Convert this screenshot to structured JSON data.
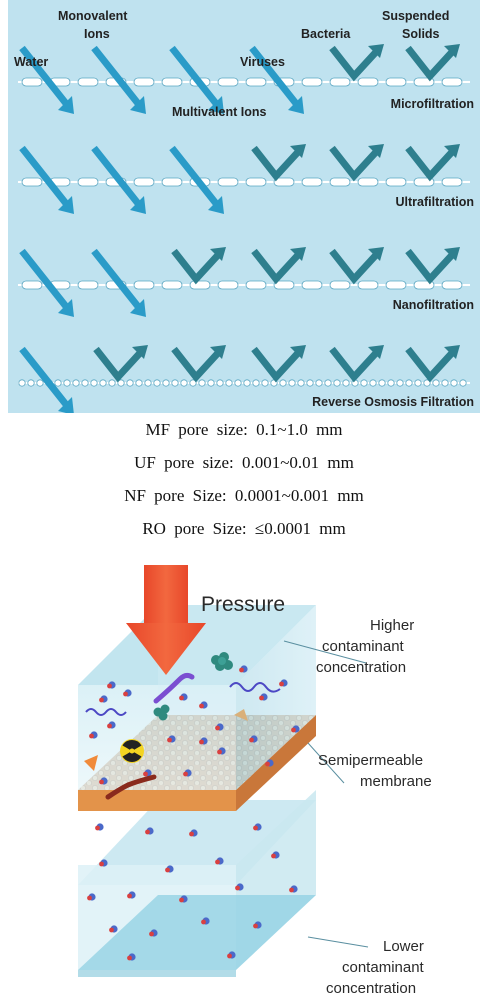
{
  "filtration_chart": {
    "top_labels": {
      "monovalent_ions": [
        "Monovalent",
        "Ions"
      ],
      "water": "Water",
      "viruses": "Viruses",
      "bacteria": "Bacteria",
      "suspended_solids": [
        "Suspended",
        "Solids"
      ],
      "multivalent_ions": "Multivalent Ions"
    },
    "rows": [
      {
        "name": "Microfiltration",
        "passing": 4,
        "blocked": 2
      },
      {
        "name": "Ultrafiltration",
        "passing": 3,
        "blocked": 3
      },
      {
        "name": "Nanofiltration",
        "passing": 2,
        "blocked": 4
      },
      {
        "name": "Reverse Osmosis Filtration",
        "passing": 1,
        "blocked": 5
      }
    ],
    "colors": {
      "background": "#bfe2ef",
      "light_arrow": "#2a9bc8",
      "dark_arrow": "#2e7f8e",
      "membrane": "#ffffff"
    }
  },
  "pore_sizes": [
    "MF pore size: 0.1~1.0 mm",
    "UF pore size: 0.001~0.01 mm",
    "NF pore Size: 0.0001~0.001 mm",
    "RO pore Size: ≤0.0001 mm"
  ],
  "membrane_illustration": {
    "pressure": "Pressure",
    "higher": [
      "Higher",
      "contaminant",
      "concentration"
    ],
    "membrane": [
      "Semipermeable",
      "membrane"
    ],
    "lower": [
      "Lower",
      "contaminant",
      "concentration"
    ],
    "icons": [
      "pressure-arrow",
      "radiation-icon",
      "virus-icon",
      "bacteria-icon"
    ],
    "colors": {
      "arrow": "#e8472a",
      "membrane": "#e3934a",
      "water": "#d2eef5"
    }
  }
}
